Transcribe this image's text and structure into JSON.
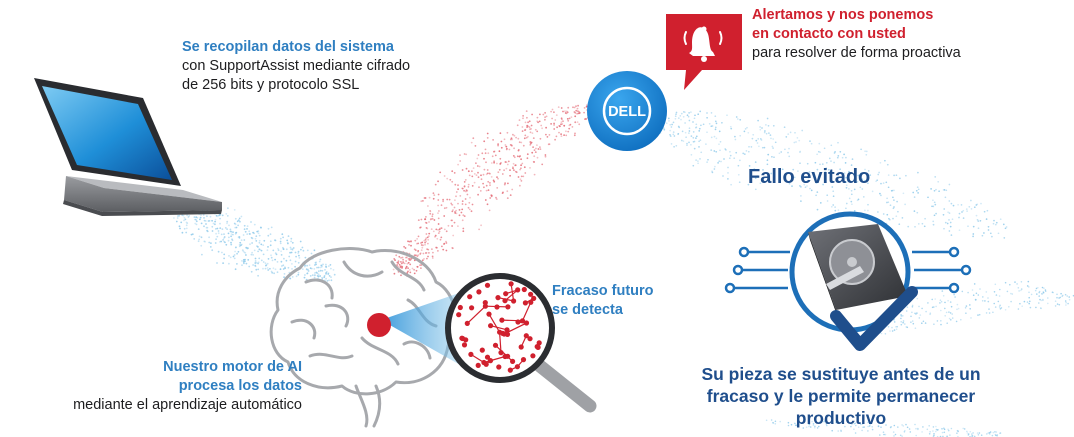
{
  "steps": {
    "collect": {
      "heading": "Se recopilan datos del sistema",
      "line1": "con SupportAssist mediante cifrado",
      "line2": "de 256 bits y protocolo SSL"
    },
    "alert": {
      "heading1": "Alertamos y nos ponemos",
      "heading2": "en contacto con usted",
      "line1": "para resolver de forma proactiva"
    },
    "detect": {
      "heading1": "Fracaso futuro",
      "heading2": "se detecta"
    },
    "process": {
      "heading1": "Nuestro motor de AI",
      "heading2": "procesa los datos",
      "line1": "mediante el aprendizaje automático"
    },
    "avoided": {
      "heading": "Fallo evitado"
    },
    "replace": {
      "line1": "Su pieza se sustituye antes de un",
      "line2": "fracaso y le permite permanecer",
      "line3": "productivo"
    }
  },
  "logo": {
    "text": "DELL"
  },
  "colors": {
    "blue": "#2f7fc1",
    "light_blue": "#8ec9ea",
    "red": "#d0202e",
    "navy": "#1f4e8c",
    "dell_blue": "#1d8ad6",
    "gray": "#8d8f93"
  },
  "icons": [
    "laptop-icon",
    "brain-icon",
    "magnifier-icon",
    "dell-logo",
    "bell-alert-icon",
    "hard-drive-icon",
    "checkmark-icon"
  ]
}
